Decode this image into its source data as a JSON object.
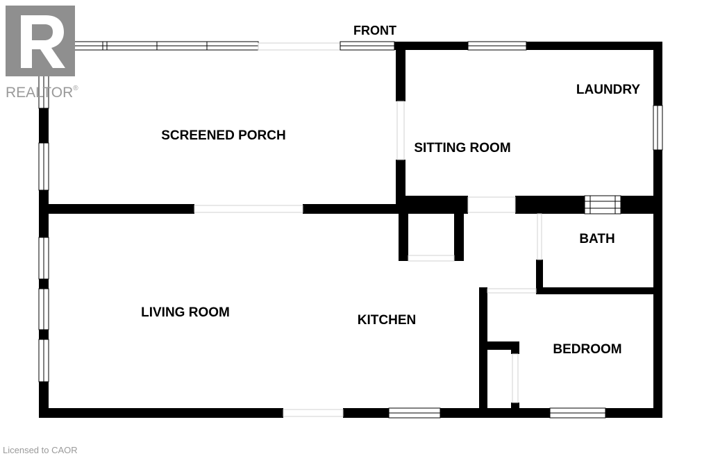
{
  "plan": {
    "orientation_label": "FRONT",
    "rooms": {
      "screened_porch": "SCREENED PORCH",
      "sitting_room": "SITTING ROOM",
      "laundry": "LAUNDRY",
      "bath": "BATH",
      "living_room": "LIVING ROOM",
      "kitchen": "KITCHEN",
      "bedroom": "BEDROOM"
    }
  },
  "watermark": {
    "brand": "REALTOR",
    "registered_mark": "®",
    "logo_letter": "R",
    "license_text": "Licensed to CAOR"
  },
  "colors": {
    "wall": "#000000",
    "background": "#ffffff",
    "watermark": "#8f8f8f"
  }
}
